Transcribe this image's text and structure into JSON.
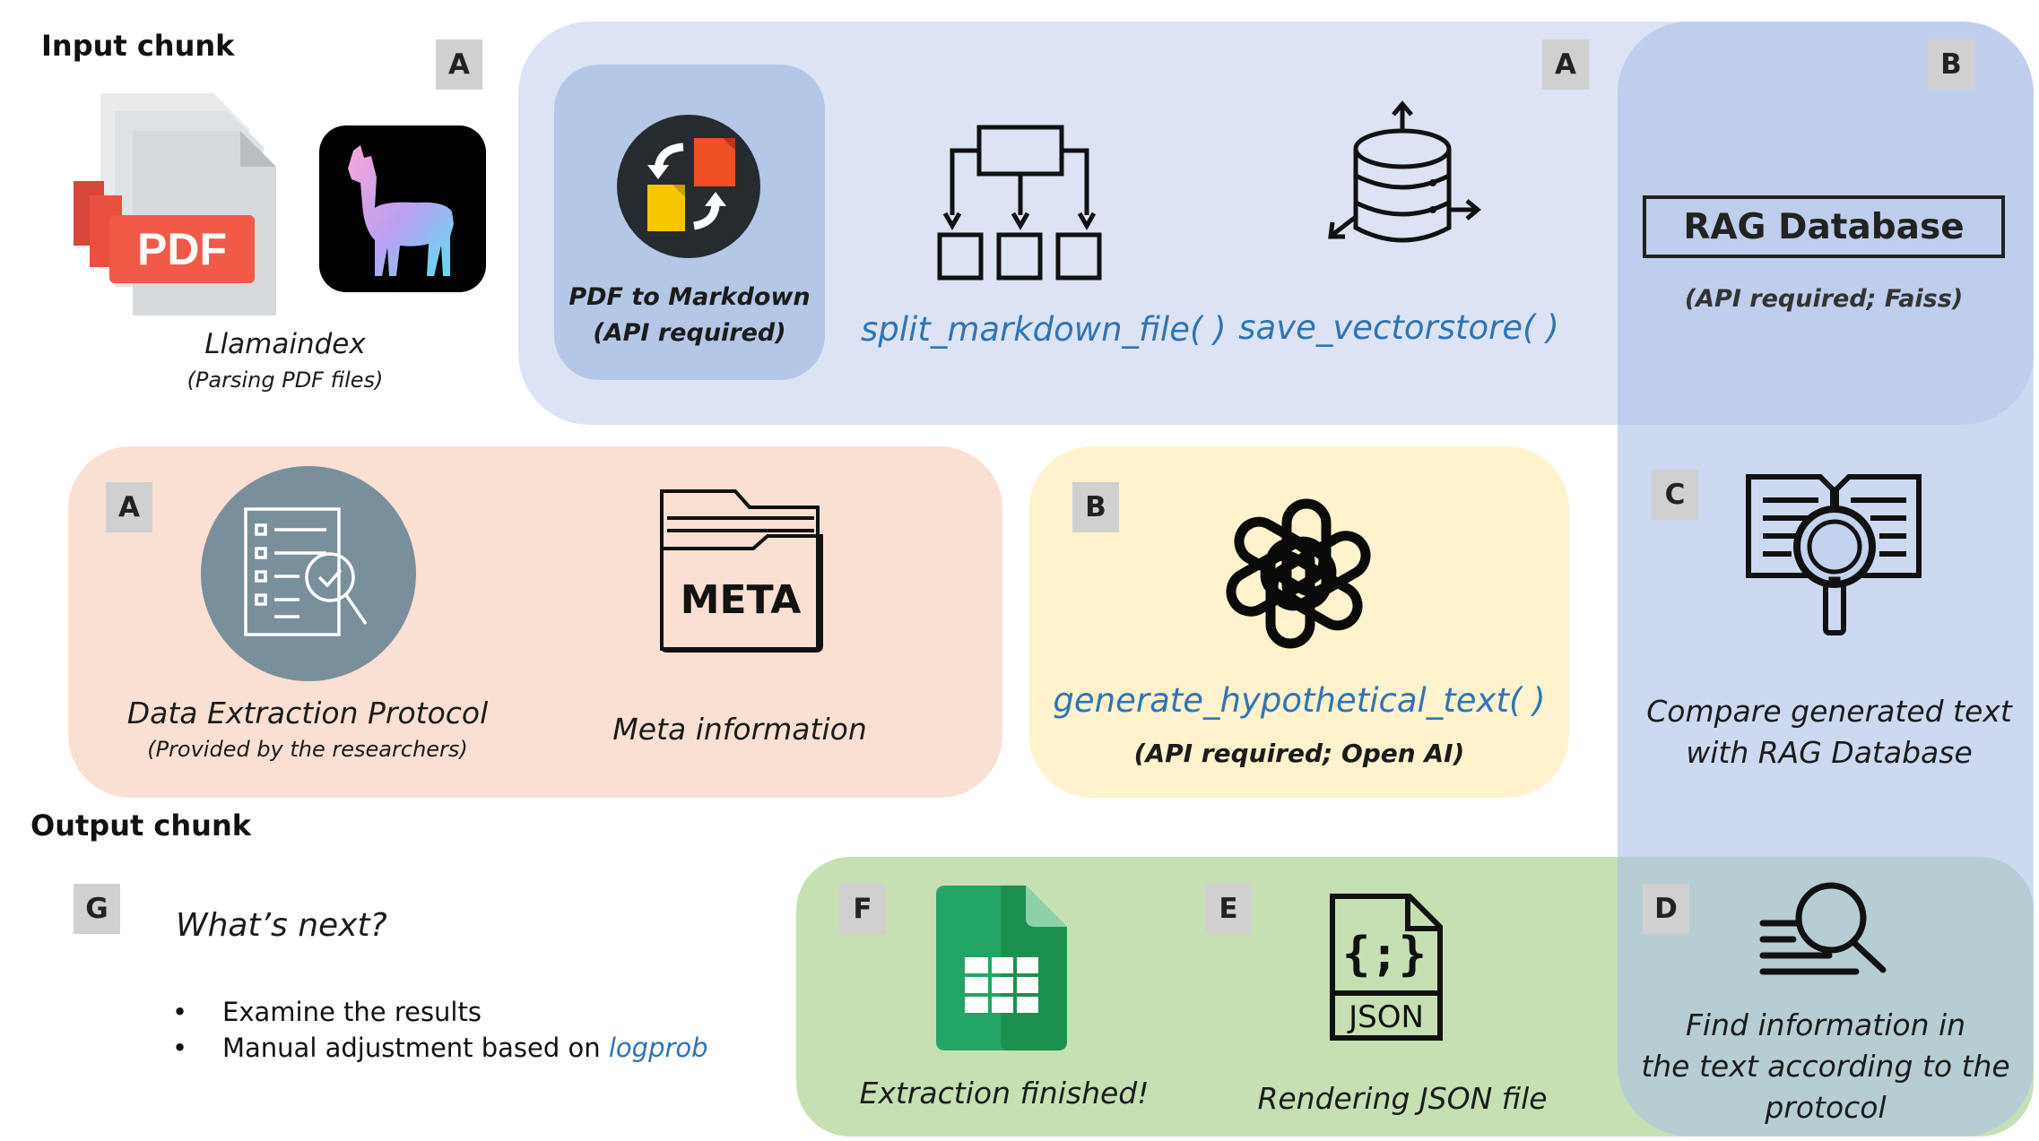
{
  "headers": {
    "input": "Input chunk",
    "output": "Output chunk"
  },
  "badges": {
    "a": "A",
    "b": "B",
    "c": "C",
    "d": "D",
    "e": "E",
    "f": "F",
    "g": "G"
  },
  "pdf_icon_text": "PDF",
  "llamaindex": {
    "title": "Llamaindex",
    "subtitle": "(Parsing PDF files)"
  },
  "pdf_to_md": {
    "line1": "PDF to Markdown",
    "line2": "(API required)"
  },
  "split_fn": "split_markdown_file( )",
  "save_fn": "save_vectorstore( )",
  "rag": {
    "title": "RAG Database",
    "subtitle": "(API required; Faiss)"
  },
  "protocol": {
    "title": "Data Extraction Protocol",
    "subtitle": "(Provided by the researchers)"
  },
  "meta": {
    "icon_text": "META",
    "label": "Meta information"
  },
  "hypo": {
    "fn": "generate_hypothetical_text( )",
    "note": "(API required; Open AI)"
  },
  "compare": {
    "line1": "Compare generated text",
    "line2": "with RAG Database"
  },
  "find": {
    "line1": "Find information in",
    "line2": "the text according to the",
    "line3": "protocol"
  },
  "json_file": {
    "icon_text": "JSON",
    "label": "Rendering JSON file",
    "braces": "{;}"
  },
  "extraction": {
    "label": "Extraction finished!"
  },
  "next": {
    "title": "What’s next?",
    "bullet1": "Examine the results",
    "bullet2_prefix": "Manual adjustment based on ",
    "bullet2_link": "logprob"
  },
  "colors": {
    "blue_panel": "#dce3f4",
    "blue_column": "#c3d2ee",
    "blue_tile": "#b4c7e7",
    "peach_panel": "#f9e0d3",
    "yellow_panel": "#fff2cc",
    "green_panel": "#c6e0b4",
    "function_blue": "#2e74b5",
    "pdf_red": "#f05a46",
    "sheets_green": "#23a566",
    "protocol_circle": "#7a8f9c"
  }
}
